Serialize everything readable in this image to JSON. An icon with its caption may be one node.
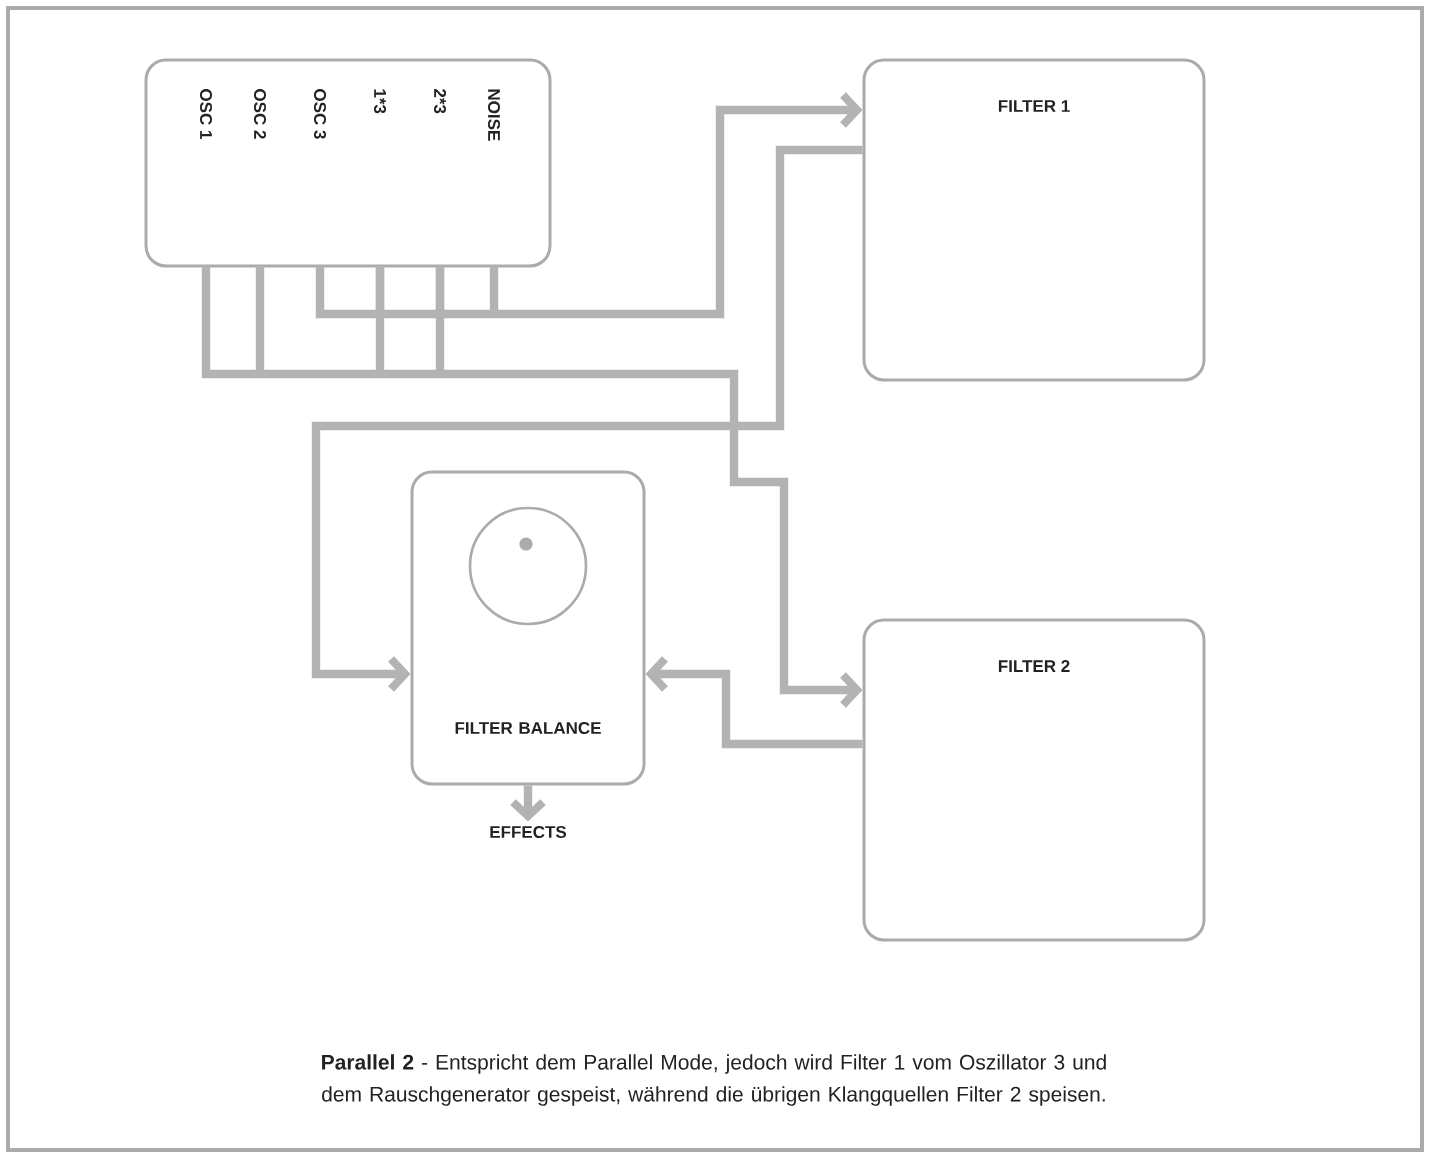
{
  "diagram": {
    "caption": "**Parallel 2** - Entspricht dem Parallel Mode, jedoch wird Filter 1 vom Oszillator 3 und dem Rauschgenerator gespeist, während die übrigen Klangquellen Filter 2 speisen.",
    "nodes": [
      {
        "text": [
          "OSC 1",
          "OSC 2",
          "OSC 3",
          "1*3",
          "2*3",
          "NOISE"
        ]
      },
      {
        "text": [
          "FILTER 1"
        ]
      },
      {
        "text": [
          "FILTER BALANCE"
        ]
      },
      {
        "text": [
          "FILTER 2"
        ]
      },
      {
        "text": [
          "EFFECTS"
        ]
      }
    ],
    "edges": [
      {
        "from": 0,
        "to": 1,
        "arrow": "to"
      },
      {
        "from": 0,
        "to": 3,
        "arrow": "to"
      },
      {
        "from": 1,
        "to": 2,
        "arrow": "to"
      },
      {
        "from": 3,
        "to": 2,
        "arrow": "to"
      },
      {
        "from": 2,
        "to": 4,
        "arrow": "to"
      }
    ]
  }
}
